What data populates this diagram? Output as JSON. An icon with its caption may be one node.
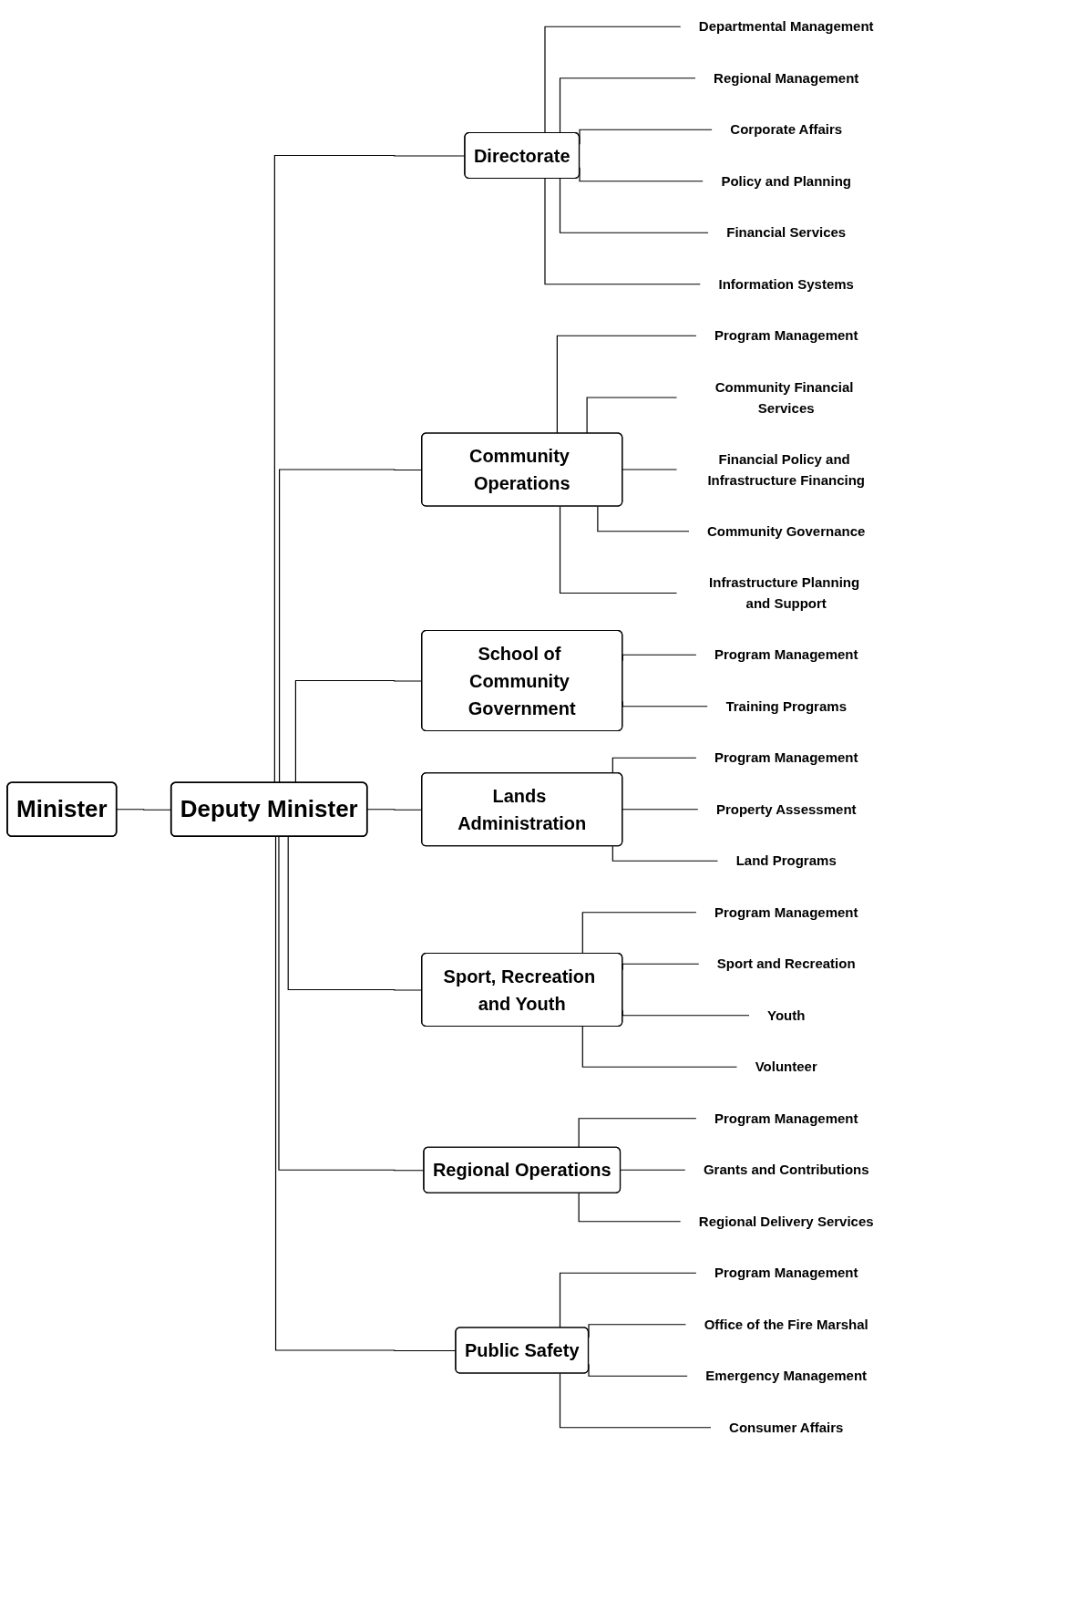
{
  "diagram": {
    "nodes": [
      {
        "text": [
          "Minister"
        ]
      },
      {
        "text": [
          "Deputy Minister"
        ]
      },
      {
        "text": [
          "Directorate"
        ]
      },
      {
        "text": [
          "Departmental Management"
        ]
      },
      {
        "text": [
          "Regional Management"
        ]
      },
      {
        "text": [
          "Corporate Affairs"
        ]
      },
      {
        "text": [
          "Policy and  Planning"
        ]
      },
      {
        "text": [
          "Financial Services"
        ]
      },
      {
        "text": [
          "Information Systems"
        ]
      },
      {
        "text": [
          "Community Operations"
        ]
      },
      {
        "text": [
          "Program Management"
        ]
      },
      {
        "text": [
          "Community Financial Services"
        ]
      },
      {
        "text": [
          "Financial Policy and Infrastructure Financing"
        ]
      },
      {
        "text": [
          "Community Governance"
        ]
      },
      {
        "text": [
          "Infrastructure Planning and Support"
        ]
      },
      {
        "text": [
          "School of Community Government"
        ]
      },
      {
        "text": [
          "Program Management"
        ]
      },
      {
        "text": [
          "Training Programs"
        ]
      },
      {
        "text": [
          "Lands Administration"
        ]
      },
      {
        "text": [
          "Program Management"
        ]
      },
      {
        "text": [
          "Property Assessment"
        ]
      },
      {
        "text": [
          "Land Programs"
        ]
      },
      {
        "text": [
          "Sport, Recreation and Youth"
        ]
      },
      {
        "text": [
          "Program Management"
        ]
      },
      {
        "text": [
          "Sport and Recreation"
        ]
      },
      {
        "text": [
          "Youth"
        ]
      },
      {
        "text": [
          "Volunteer"
        ]
      },
      {
        "text": [
          "Regional Operations"
        ]
      },
      {
        "text": [
          "Program Management"
        ]
      },
      {
        "text": [
          "Grants and Contributions"
        ]
      },
      {
        "text": [
          "Regional Delivery Services"
        ]
      },
      {
        "text": [
          "Public Safety"
        ]
      },
      {
        "text": [
          "Program Management"
        ]
      },
      {
        "text": [
          "Office of the Fire Marshal"
        ]
      },
      {
        "text": [
          "Emergency Management"
        ]
      },
      {
        "text": [
          "Consumer Affairs"
        ]
      }
    ],
    "edges": [
      {
        "from": 0,
        "to": 1,
        "arrow": "none"
      },
      {
        "from": 1,
        "to": 2,
        "arrow": "none"
      },
      {
        "from": 1,
        "to": 9,
        "arrow": "none"
      },
      {
        "from": 1,
        "to": 15,
        "arrow": "none"
      },
      {
        "from": 1,
        "to": 18,
        "arrow": "none"
      },
      {
        "from": 1,
        "to": 22,
        "arrow": "none"
      },
      {
        "from": 1,
        "to": 27,
        "arrow": "none"
      },
      {
        "from": 1,
        "to": 31,
        "arrow": "none"
      },
      {
        "from": 2,
        "to": 3,
        "arrow": "none"
      },
      {
        "from": 2,
        "to": 4,
        "arrow": "none"
      },
      {
        "from": 2,
        "to": 5,
        "arrow": "none"
      },
      {
        "from": 2,
        "to": 6,
        "arrow": "none"
      },
      {
        "from": 2,
        "to": 7,
        "arrow": "none"
      },
      {
        "from": 2,
        "to": 8,
        "arrow": "none"
      },
      {
        "from": 9,
        "to": 10,
        "arrow": "none"
      },
      {
        "from": 9,
        "to": 11,
        "arrow": "none"
      },
      {
        "from": 9,
        "to": 12,
        "arrow": "none"
      },
      {
        "from": 9,
        "to": 13,
        "arrow": "none"
      },
      {
        "from": 9,
        "to": 14,
        "arrow": "none"
      },
      {
        "from": 15,
        "to": 16,
        "arrow": "none"
      },
      {
        "from": 15,
        "to": 17,
        "arrow": "none"
      },
      {
        "from": 18,
        "to": 19,
        "arrow": "none"
      },
      {
        "from": 18,
        "to": 20,
        "arrow": "none"
      },
      {
        "from": 18,
        "to": 21,
        "arrow": "none"
      },
      {
        "from": 22,
        "to": 23,
        "arrow": "none"
      },
      {
        "from": 22,
        "to": 24,
        "arrow": "none"
      },
      {
        "from": 22,
        "to": 25,
        "arrow": "none"
      },
      {
        "from": 22,
        "to": 26,
        "arrow": "none"
      },
      {
        "from": 27,
        "to": 28,
        "arrow": "none"
      },
      {
        "from": 27,
        "to": 29,
        "arrow": "none"
      },
      {
        "from": 27,
        "to": 30,
        "arrow": "none"
      },
      {
        "from": 31,
        "to": 32,
        "arrow": "none"
      },
      {
        "from": 31,
        "to": 33,
        "arrow": "none"
      },
      {
        "from": 31,
        "to": 34,
        "arrow": "none"
      },
      {
        "from": 31,
        "to": 35,
        "arrow": "none"
      }
    ]
  }
}
